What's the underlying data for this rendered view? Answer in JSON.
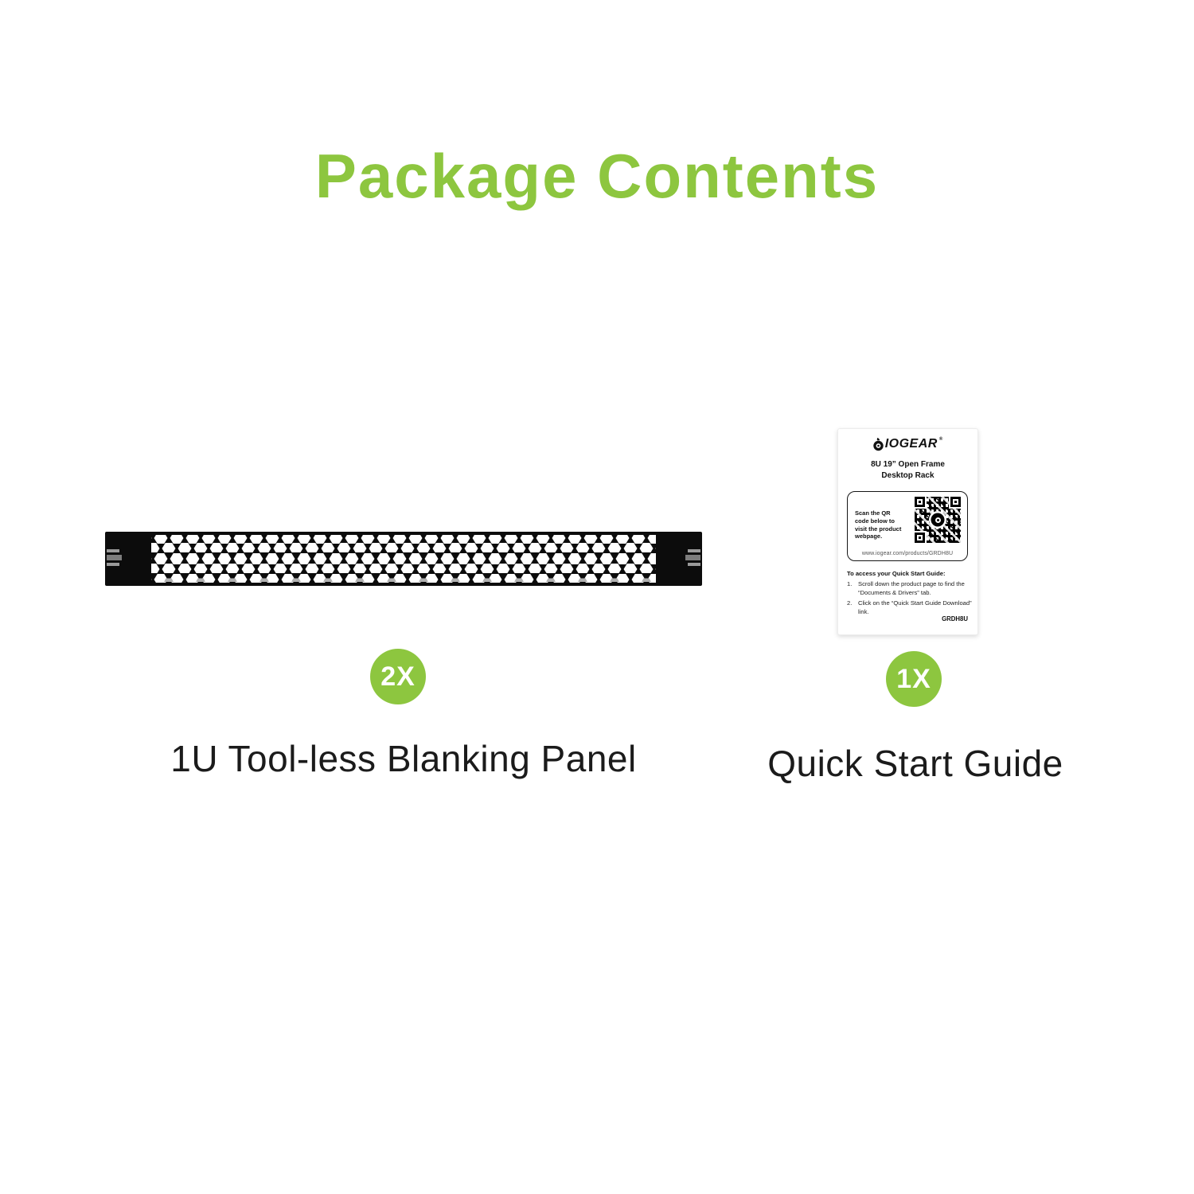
{
  "title": "Package Contents",
  "colors": {
    "brand_green": "#8dc63f",
    "panel_black": "#0c0c0c",
    "text_dark": "#1b1b1b"
  },
  "items": [
    {
      "badge": "2X",
      "label": "1U Tool-less Blanking Panel"
    },
    {
      "badge": "1X",
      "label": "Quick Start Guide"
    }
  ],
  "guide_card": {
    "brand": "IOGEAR",
    "registered_mark": "®",
    "product_line1": "8U 19” Open Frame",
    "product_line2": "Desktop Rack",
    "qr_caption": "Scan the QR code below to visit the product webpage.",
    "qr_url": "www.iogear.com/products/GRDH8U",
    "access_heading": "To access your Quick Start Guide:",
    "steps": [
      {
        "num": "1.",
        "text": "Scroll down the product page to find the “Documents & Drivers” tab."
      },
      {
        "num": "2.",
        "text": "Click on the “Quick Start Guide Download” link."
      }
    ],
    "model": "GRDH8U"
  }
}
